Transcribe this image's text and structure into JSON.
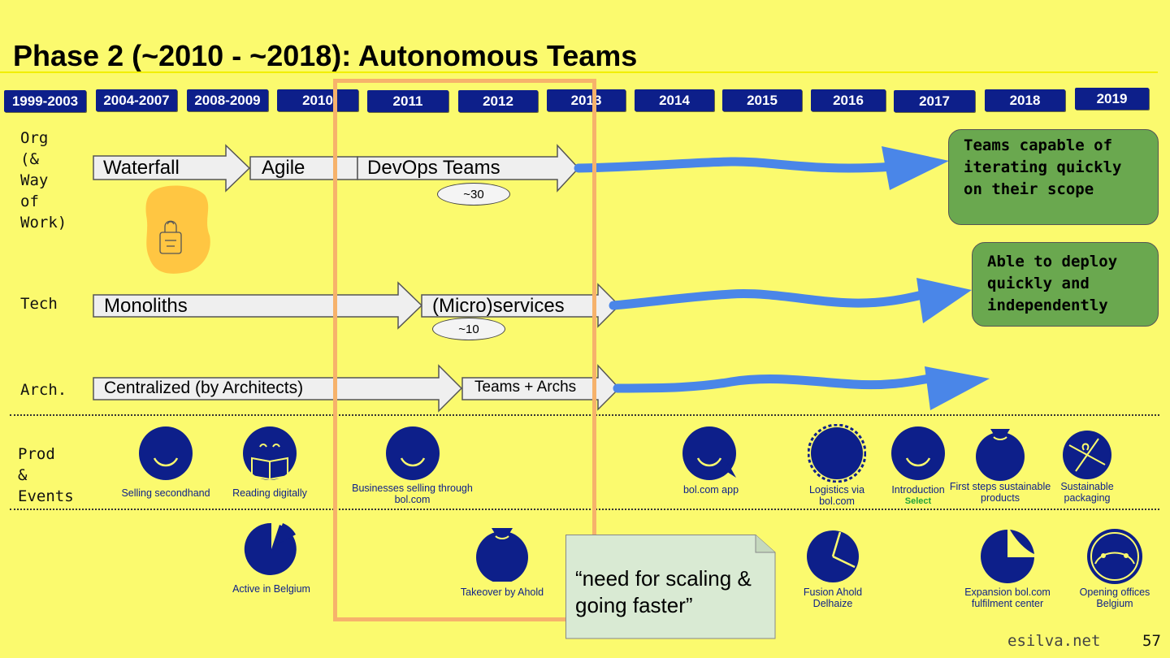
{
  "title": "Phase 2 (~2010 - ~2018): Autonomous Teams",
  "years": [
    "1999-2003",
    "2004-2007",
    "2008-2009",
    "2010",
    "2011",
    "2012",
    "2013",
    "2014",
    "2015",
    "2016",
    "2017",
    "2018",
    "2019"
  ],
  "rows": {
    "org": {
      "label": "Org\n(&\nWay\nof\nWork)",
      "stages": [
        "Waterfall",
        "Agile",
        "DevOps Teams"
      ],
      "count": "~30",
      "outcome": "Teams capable of iterating quickly on their scope"
    },
    "tech": {
      "label": "Tech",
      "stages": [
        "Monoliths",
        "(Micro)services"
      ],
      "count": "~10",
      "outcome": "Able to deploy quickly and independently"
    },
    "arch": {
      "label": "Arch.",
      "stages": [
        "Centralized (by Architects)",
        "Teams + Archs"
      ]
    },
    "prod": {
      "label": "Prod\n&\nEvents"
    }
  },
  "events_top": [
    {
      "label": "Selling secondhand",
      "icon": "smiley-icon"
    },
    {
      "label": "Reading digitally",
      "icon": "book-face-icon"
    },
    {
      "label": "Businesses selling through bol.com",
      "icon": "smiley-icon"
    },
    {
      "label": "bol.com app",
      "icon": "chat-smiley-icon"
    },
    {
      "label": "Logistics via bol.com",
      "icon": "gear-circle-icon"
    },
    {
      "label": "Introduction",
      "sub": "Select",
      "icon": "smiley-icon"
    },
    {
      "label": "First steps sustainable products",
      "icon": "bag-icon"
    },
    {
      "label": "Sustainable packaging",
      "icon": "gift-icon"
    }
  ],
  "events_bottom": [
    {
      "label": "Active in Belgium",
      "icon": "pie-icon"
    },
    {
      "label": "Takeover by Ahold",
      "icon": "bag-icon"
    },
    {
      "label": "Fusion Ahold Delhaize",
      "icon": "pie-icon"
    },
    {
      "label": "Expansion bol.com fulfilment center",
      "icon": "sticker-icon"
    },
    {
      "label": "Opening offices Belgium",
      "icon": "ring-face-icon"
    }
  ],
  "note": "“need for scaling & going faster”",
  "footer": {
    "site": "esilva.net",
    "page": "57"
  },
  "colors": {
    "background": "#fbfa6e",
    "year_box": "#0d1f8a",
    "flow_arrow": "#4a86e8",
    "outcome": "#6aa84f",
    "highlight": "#f6b26b",
    "note": "#d9ead3"
  }
}
